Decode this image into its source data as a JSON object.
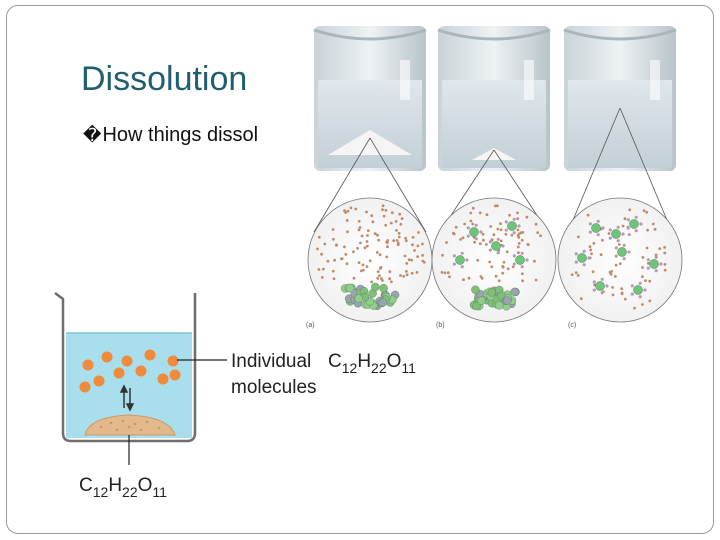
{
  "slide": {
    "title": "Dissolution",
    "bullet_marker": "�",
    "bullet_text": "How things dissol"
  },
  "photo": {
    "captions": [
      "(a)",
      "(b)",
      "(c)"
    ]
  },
  "diagram": {
    "label_individual": "Individual",
    "label_molecules": "molecules",
    "formula": {
      "c": "C",
      "c_sub": "12",
      "h": "H",
      "h_sub": "22",
      "o": "O",
      "o_sub": "11"
    }
  }
}
